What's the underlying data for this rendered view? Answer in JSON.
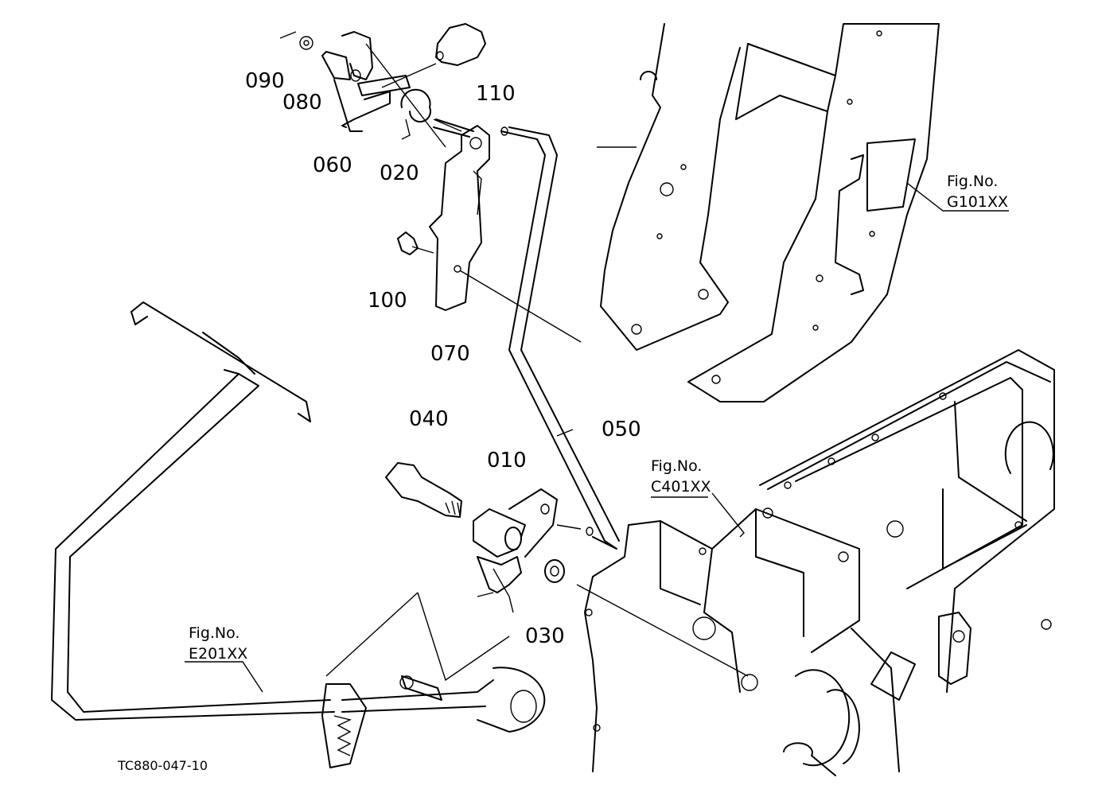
{
  "callouts": {
    "c090": "090",
    "c080": "080",
    "c110": "110",
    "c060": "060",
    "c020": "020",
    "c100": "100",
    "c070": "070",
    "c040": "040",
    "c010": "010",
    "c050": "050",
    "c030": "030"
  },
  "figure_refs": {
    "g101": {
      "prefix": "Fig.No.",
      "code": "G101XX"
    },
    "c401": {
      "prefix": "Fig.No.",
      "code": "C401XX"
    },
    "e201": {
      "prefix": "Fig.No.",
      "code": "E201XX"
    }
  },
  "drawing_code": "TC880-047-10"
}
